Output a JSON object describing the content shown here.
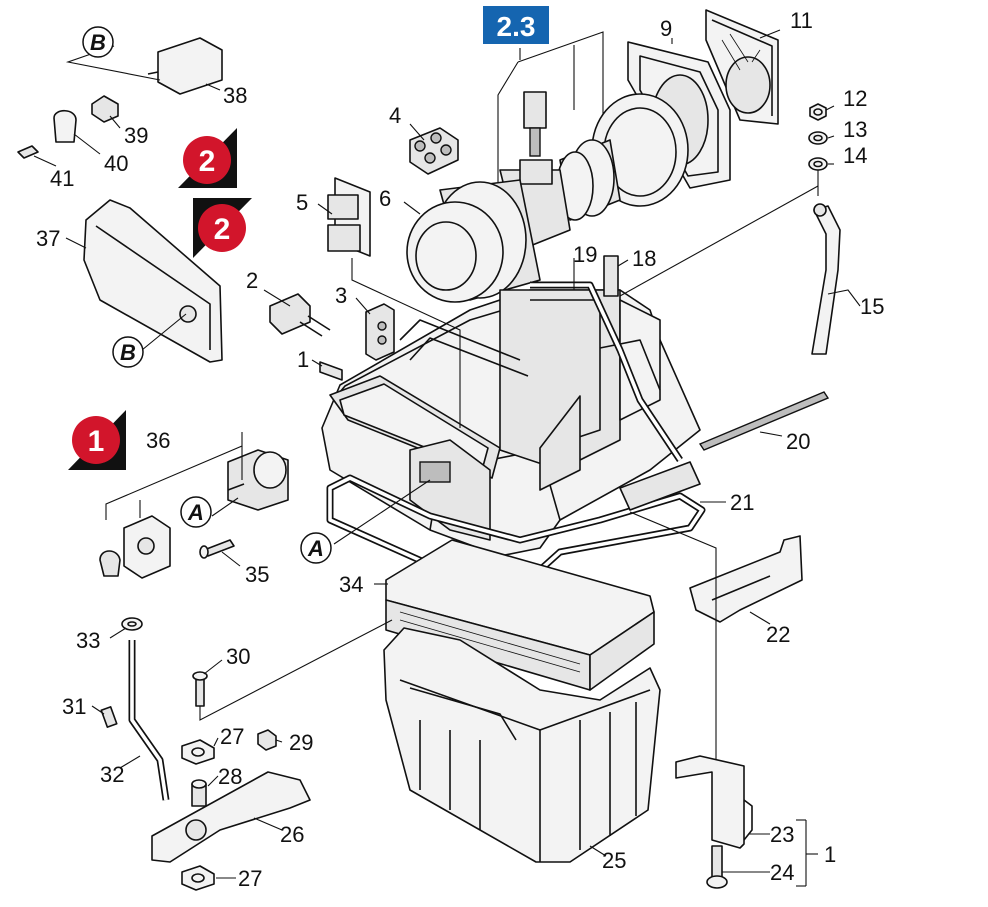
{
  "section_label": "2.3",
  "colors": {
    "badge_red": "#d2152b",
    "section_blue": "#1565b0"
  },
  "badges": [
    "1",
    "2",
    "2"
  ],
  "callouts": [
    "A",
    "A",
    "B",
    "B"
  ],
  "part_numbers": [
    "1",
    "2",
    "3",
    "4",
    "5",
    "6",
    "9",
    "11",
    "12",
    "13",
    "14",
    "15",
    "18",
    "19",
    "20",
    "21",
    "22",
    "23",
    "24",
    "1",
    "25",
    "26",
    "27",
    "27",
    "28",
    "29",
    "30",
    "31",
    "32",
    "33",
    "34",
    "35",
    "36",
    "37",
    "38",
    "39",
    "40",
    "41"
  ]
}
